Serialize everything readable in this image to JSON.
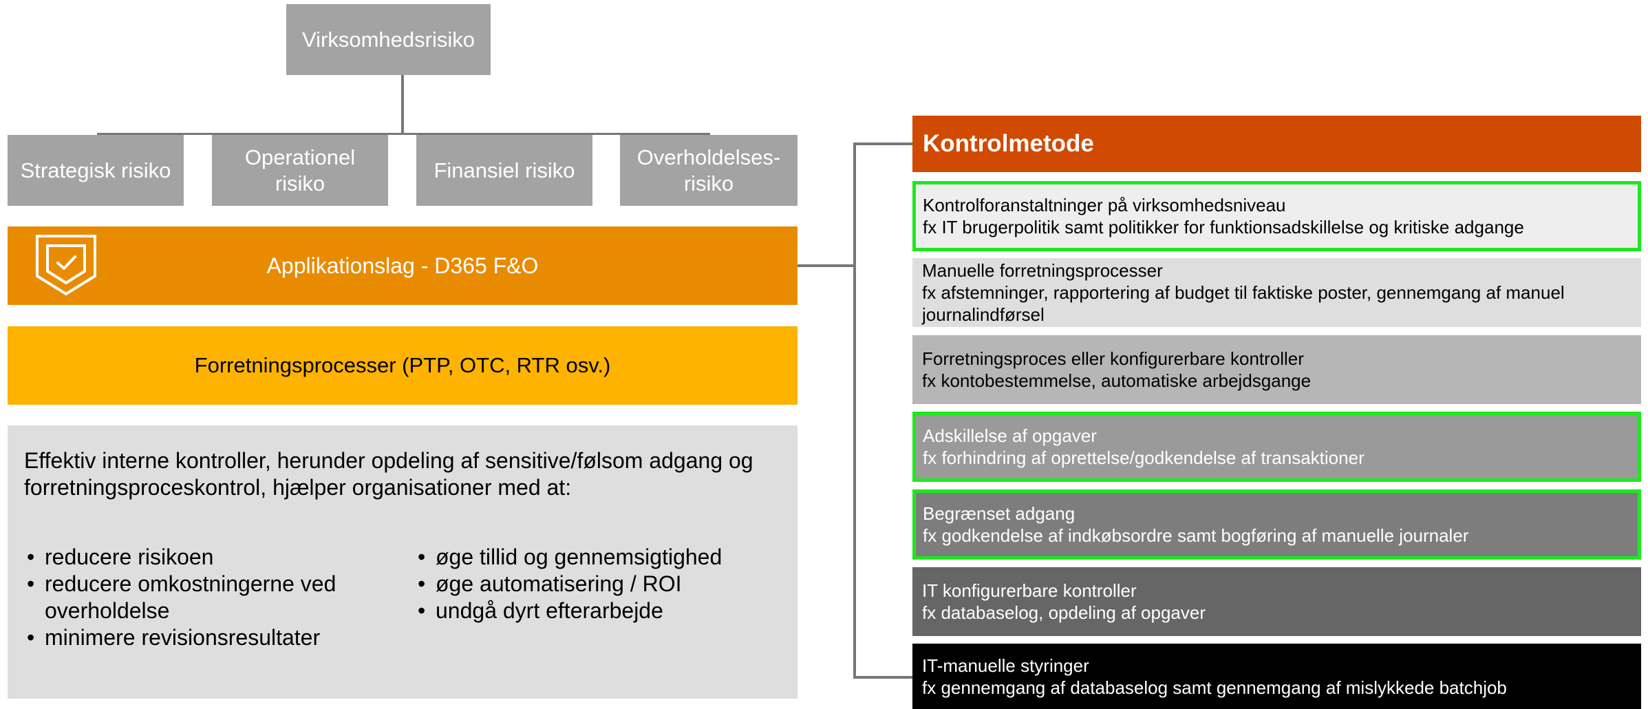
{
  "top": {
    "label": "Virksomhedsrisiko"
  },
  "risks": [
    {
      "label": "Strategisk risiko"
    },
    {
      "label": "Operationel risiko"
    },
    {
      "label": "Finansiel risiko"
    },
    {
      "label": "Overholdelses-risiko"
    }
  ],
  "layers": {
    "application": "Applikationslag - D365 F&O",
    "shield_icon": "shield-check-icon",
    "process": "Forretningsprocesser (PTP, OTC, RTR osv.)"
  },
  "info": {
    "intro": "Effektiv interne kontroller, herunder opdeling af sensitive/følsom adgang og forretningsproceskontrol, hjælper organisationer med at:",
    "bullets_left": [
      "reducere risikoen",
      "reducere omkostningerne ved overholdelse",
      "minimere revisionsresultater"
    ],
    "bullets_right": [
      "øge tillid og gennemsigtighed",
      "øge automatisering / ROI",
      "undgå dyrt efterarbejde"
    ]
  },
  "kontrol": {
    "title": "Kontrolmetode",
    "items": [
      {
        "title": "Kontrolforanstaltninger på virksomhedsniveau",
        "desc": "fx IT brugerpolitik samt politikker for funktionsadskillelse og kritiske adgange",
        "bg": "#eeeeee",
        "fg": "#000000",
        "highlight": true
      },
      {
        "title": "Manuelle forretningsprocesser",
        "desc": "fx afstemninger, rapportering af budget til faktiske poster, gennemgang af manuel journalindførsel",
        "bg": "#dedede",
        "fg": "#000000",
        "highlight": false
      },
      {
        "title": "Forretningsproces eller konfigurerbare kontroller",
        "desc": "fx kontobestemmelse, automatiske arbejdsgange",
        "bg": "#b6b6b6",
        "fg": "#000000",
        "highlight": false
      },
      {
        "title": "Adskillelse af opgaver",
        "desc": "fx forhindring af oprettelse/godkendelse af transaktioner",
        "bg": "#9a9a9a",
        "fg": "#ffffff",
        "highlight": true
      },
      {
        "title": "Begrænset adgang",
        "desc": "fx godkendelse af indkøbsordre samt bogføring af manuelle journaler",
        "bg": "#7d7d7d",
        "fg": "#ffffff",
        "highlight": true
      },
      {
        "title": "IT konfigurerbare kontroller",
        "desc": "fx databaselog, opdeling af opgaver",
        "bg": "#666666",
        "fg": "#ffffff",
        "highlight": false
      },
      {
        "title": "IT-manuelle styringer",
        "desc": "fx gennemgang af databaselog samt gennemgang af mislykkede batchjob",
        "bg": "#000000",
        "fg": "#ffffff",
        "highlight": false
      }
    ]
  }
}
